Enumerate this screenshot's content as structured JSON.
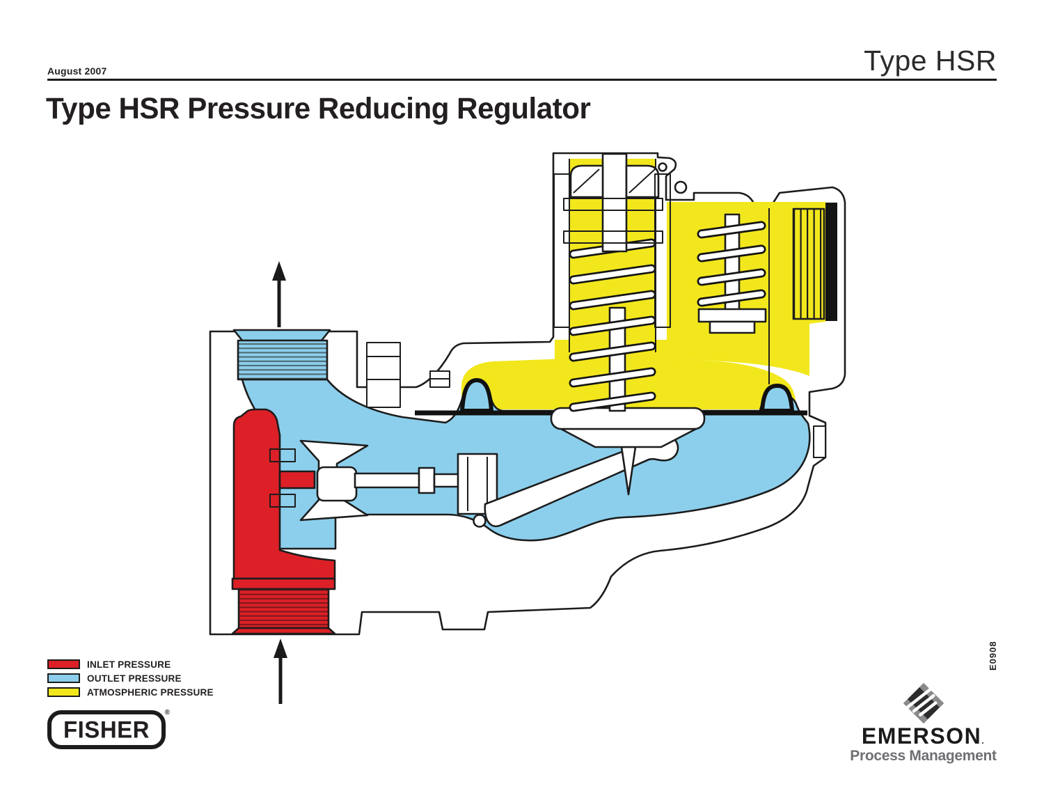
{
  "header": {
    "date": "August 2007",
    "product": "Type HSR"
  },
  "title": "Type HSR Pressure Reducing Regulator",
  "diagram": {
    "code": "E0908",
    "description": "Cutaway cross-section of Type HSR pressure reducing regulator",
    "colors": {
      "inlet": "#dd2027",
      "outlet": "#8ccfec",
      "atmospheric": "#f2e71c",
      "outline": "#1c1c1c"
    }
  },
  "legend": {
    "items": [
      {
        "label": "INLET PRESSURE",
        "color_key": "inlet"
      },
      {
        "label": "OUTLET PRESSURE",
        "color_key": "outlet"
      },
      {
        "label": "ATMOSPHERIC PRESSURE",
        "color_key": "atmospheric"
      }
    ]
  },
  "footer": {
    "fisher": {
      "name": "FISHER",
      "registered": "®"
    },
    "emerson": {
      "name": "EMERSON",
      "mark": ".",
      "tagline": "Process Management"
    }
  }
}
